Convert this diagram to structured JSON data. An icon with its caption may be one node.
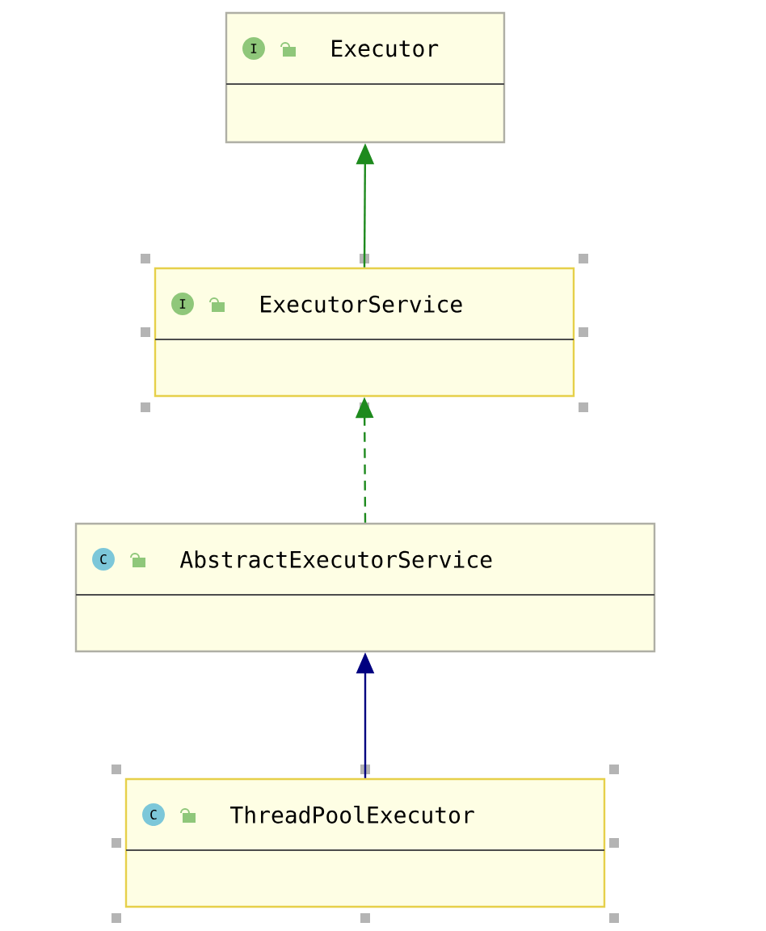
{
  "diagram": {
    "nodes": [
      {
        "text": [
          "I",
          "Executor"
        ]
      },
      {
        "text": [
          "I",
          "ExecutorService"
        ]
      },
      {
        "text": [
          "C",
          "AbstractExecutorService"
        ]
      },
      {
        "text": [
          "C",
          "ThreadPoolExecutor"
        ]
      }
    ],
    "edges": [
      {
        "from": 1,
        "to": 0,
        "arrow": "to"
      },
      {
        "from": 2,
        "to": 1,
        "arrow": "to",
        "style": "dashed"
      },
      {
        "from": 3,
        "to": 2,
        "arrow": "to",
        "color": "#000080"
      }
    ]
  }
}
